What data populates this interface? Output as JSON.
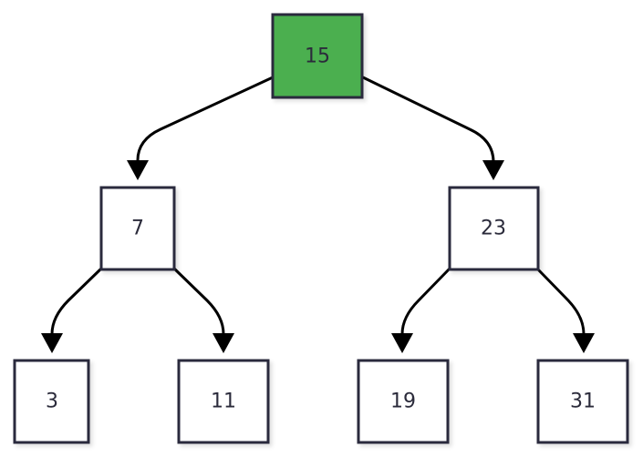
{
  "tree": {
    "colors": {
      "highlight_fill": "#4caf50",
      "default_fill": "#ffffff",
      "border": "#2a2a3e",
      "edge": "#000000"
    },
    "nodes": {
      "root": {
        "label": "15",
        "highlighted": true
      },
      "n7": {
        "label": "7",
        "highlighted": false
      },
      "n23": {
        "label": "23",
        "highlighted": false
      },
      "n3": {
        "label": "3",
        "highlighted": false
      },
      "n11": {
        "label": "11",
        "highlighted": false
      },
      "n19": {
        "label": "19",
        "highlighted": false
      },
      "n31": {
        "label": "31",
        "highlighted": false
      }
    },
    "edges": [
      {
        "from": "root",
        "to": "n7"
      },
      {
        "from": "root",
        "to": "n23"
      },
      {
        "from": "n7",
        "to": "n3"
      },
      {
        "from": "n7",
        "to": "n11"
      },
      {
        "from": "n23",
        "to": "n19"
      },
      {
        "from": "n23",
        "to": "n31"
      }
    ]
  }
}
